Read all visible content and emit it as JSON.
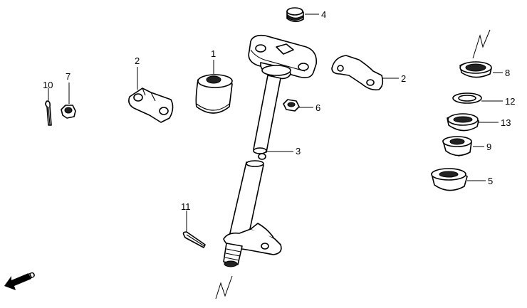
{
  "callouts": {
    "c1": "1",
    "c2a": "2",
    "c2b": "2",
    "c3": "3",
    "c4": "4",
    "c5": "5",
    "c6": "6",
    "c7": "7",
    "c8": "8",
    "c9": "9",
    "c10": "10",
    "c11": "11",
    "c12": "12",
    "c13": "13"
  },
  "direction": {
    "label": "FWD"
  },
  "colors": {
    "line": "#000000",
    "background": "#ffffff"
  }
}
